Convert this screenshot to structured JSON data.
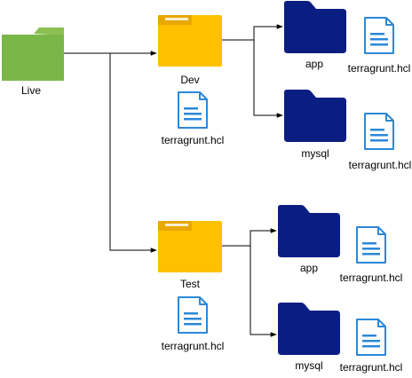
{
  "colors": {
    "live_folder": "#7ab648",
    "live_folder_tab": "#8cc152",
    "env_folder": "#ffc000",
    "env_folder_tab": "#e8a800",
    "module_folder": "#0a1e82",
    "file_body": "#ffffff",
    "file_outline": "#2b88d8",
    "file_lines": "#2b88d8",
    "connector": "#000000"
  },
  "nodes": {
    "live": {
      "label": "Live",
      "icon": "folder-icon"
    },
    "dev": {
      "label": "Dev",
      "icon": "folder-icon"
    },
    "dev_file": {
      "label": "terragrunt.hcl",
      "icon": "file-icon"
    },
    "dev_app": {
      "label": "app",
      "icon": "folder-icon"
    },
    "dev_app_file": {
      "label": "terragrunt.hcl",
      "icon": "file-icon"
    },
    "dev_mysql": {
      "label": "mysql",
      "icon": "folder-icon"
    },
    "dev_mysql_file": {
      "label": "terragrunt.hcl",
      "icon": "file-icon"
    },
    "test": {
      "label": "Test",
      "icon": "folder-icon"
    },
    "test_file": {
      "label": "terragrunt.hcl",
      "icon": "file-icon"
    },
    "test_app": {
      "label": "app",
      "icon": "folder-icon"
    },
    "test_app_file": {
      "label": "terragrunt.hcl",
      "icon": "file-icon"
    },
    "test_mysql": {
      "label": "mysql",
      "icon": "folder-icon"
    },
    "test_mysql_file": {
      "label": "terragrunt.hcl",
      "icon": "file-icon"
    }
  },
  "edges": [
    {
      "from": "live",
      "to": "dev"
    },
    {
      "from": "live",
      "to": "test"
    },
    {
      "from": "dev",
      "to": "dev_app"
    },
    {
      "from": "dev",
      "to": "dev_mysql"
    },
    {
      "from": "test",
      "to": "test_app"
    },
    {
      "from": "test",
      "to": "test_mysql"
    }
  ]
}
